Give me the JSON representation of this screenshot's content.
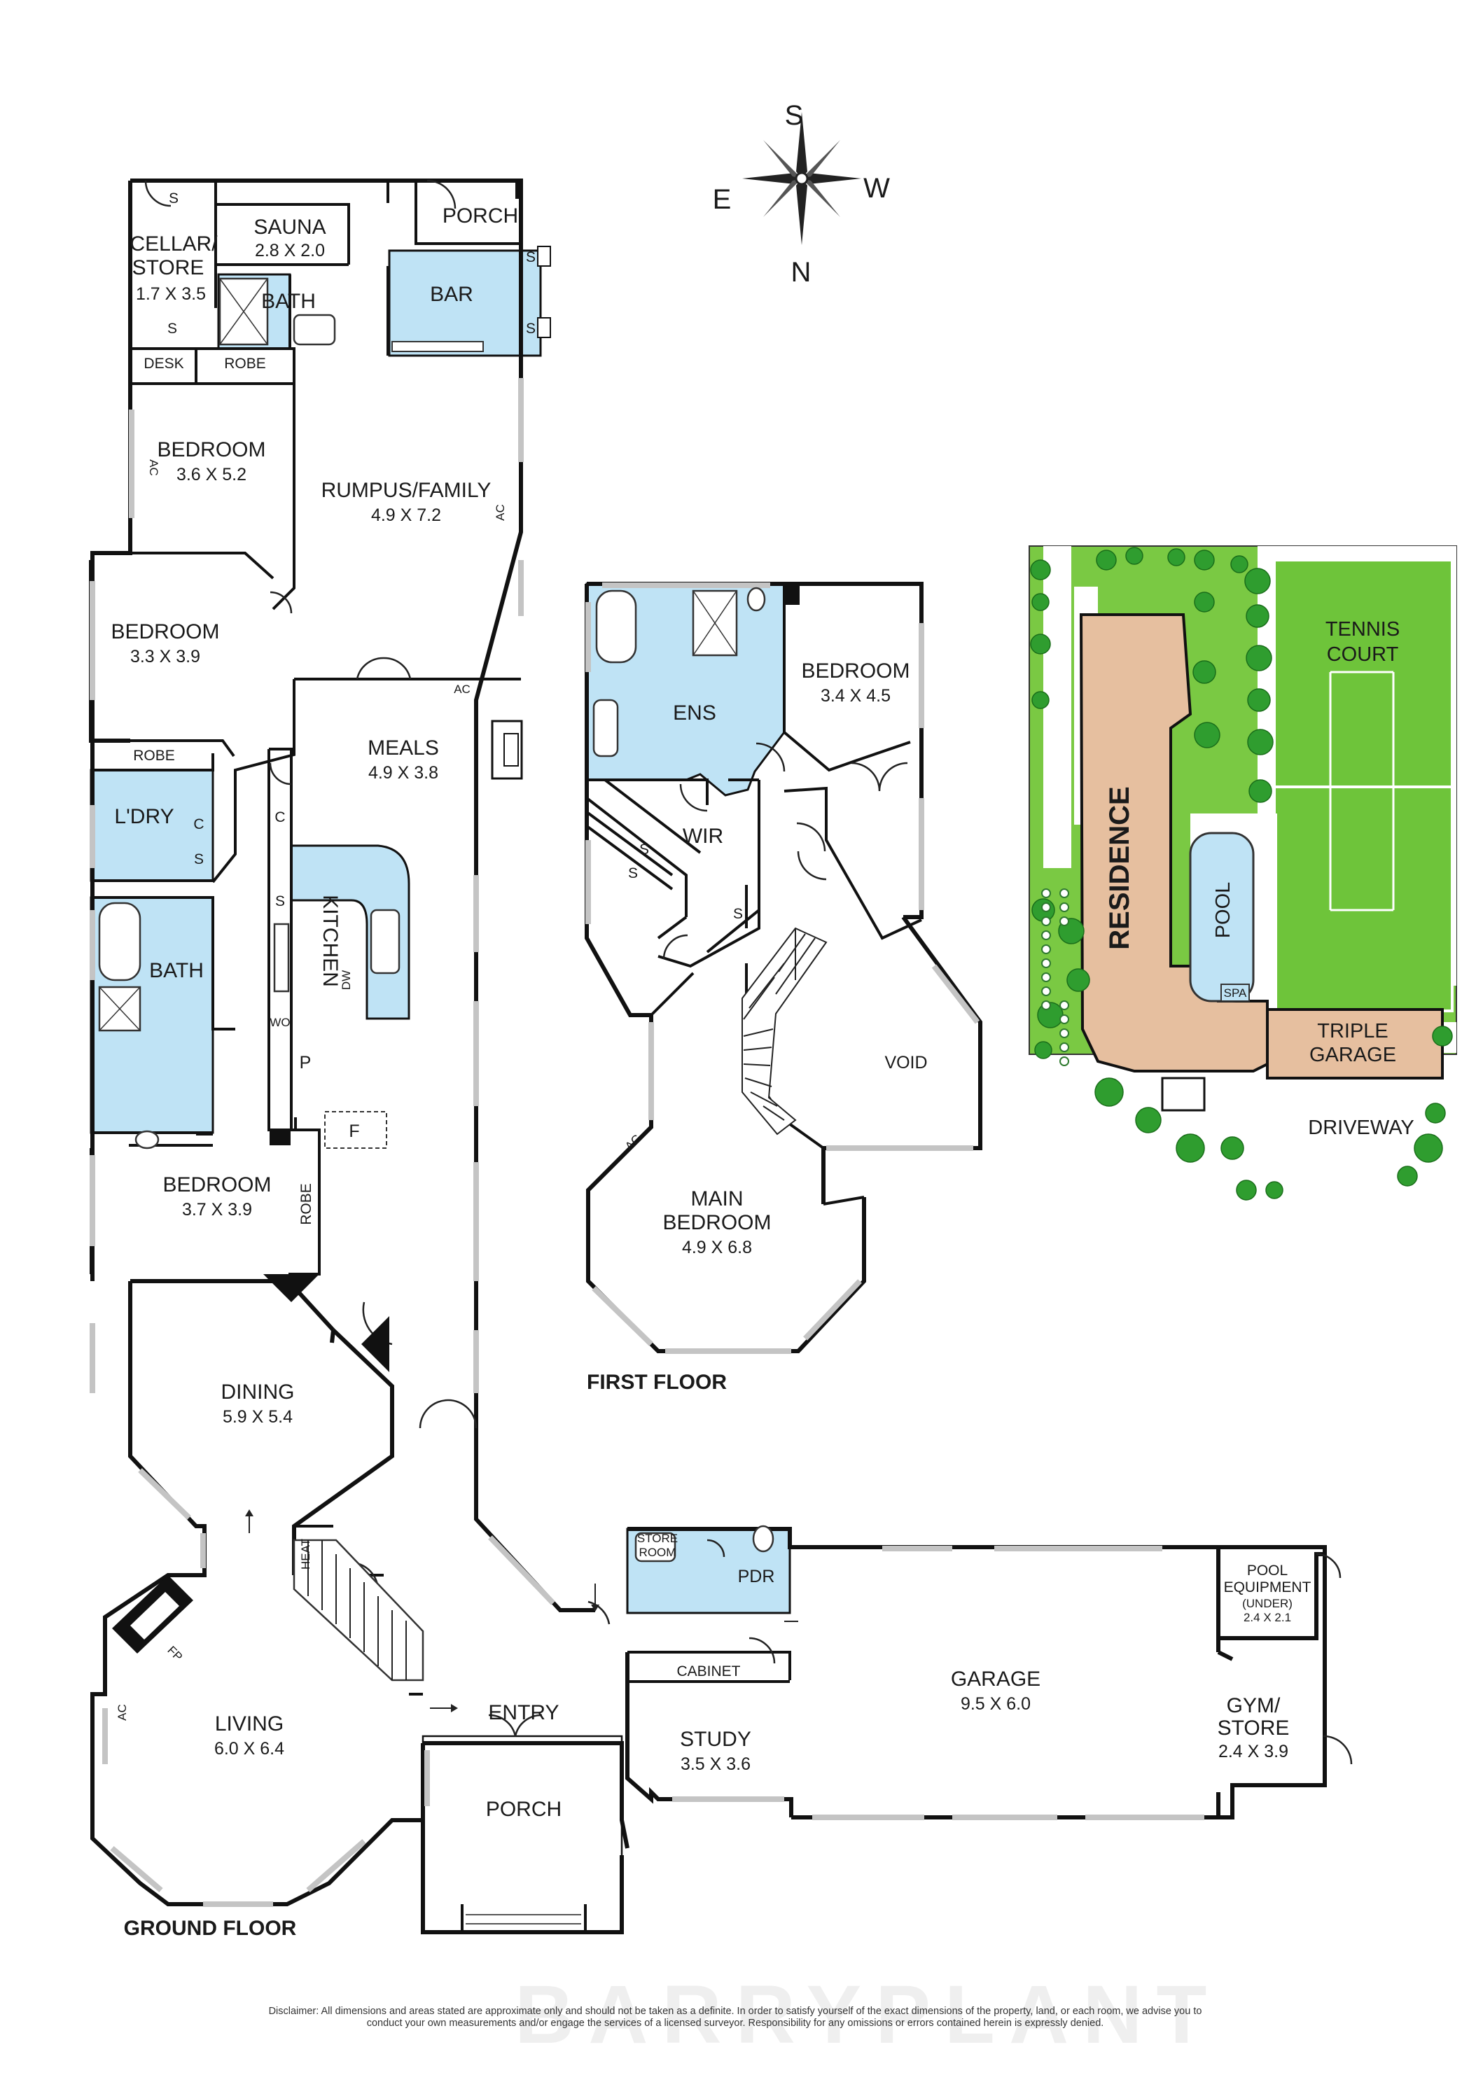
{
  "compass": {
    "north": "N",
    "south": "S",
    "east": "E",
    "west": "W"
  },
  "floors": {
    "ground": "GROUND FLOOR",
    "first": "FIRST FLOOR"
  },
  "rooms": {
    "cellar_store": {
      "name": "CELLAR/ STORE",
      "line1": "CELLAR/",
      "line2": "STORE",
      "dims": "1.7 X 3.5"
    },
    "sauna": {
      "name": "SAUNA",
      "dims": "2.8 X 2.0"
    },
    "porch_rear": {
      "name": "PORCH"
    },
    "bath_sauna": {
      "name": "BATH"
    },
    "bar": {
      "name": "BAR"
    },
    "desk": {
      "name": "DESK"
    },
    "robe_upper": {
      "name": "ROBE"
    },
    "bedroom_1": {
      "name": "BEDROOM",
      "dims": "3.6 X 5.2"
    },
    "rumpus": {
      "name": "RUMPUS/FAMILY",
      "dims": "4.9 X 7.2"
    },
    "bedroom_2": {
      "name": "BEDROOM",
      "dims": "3.3 X 3.9"
    },
    "robe_mid": {
      "name": "ROBE"
    },
    "meals": {
      "name": "MEALS",
      "dims": "4.9 X 3.8"
    },
    "laundry": {
      "name": "L'DRY"
    },
    "kitchen": {
      "name": "KITCHEN"
    },
    "bath_main": {
      "name": "BATH"
    },
    "bedroom_3": {
      "name": "BEDROOM",
      "dims": "3.7 X 3.9"
    },
    "robe_lower": {
      "name": "ROBE"
    },
    "dining": {
      "name": "DINING",
      "dims": "5.9 X 5.4"
    },
    "living": {
      "name": "LIVING",
      "dims": "6.0 X 6.4"
    },
    "entry": {
      "name": "ENTRY"
    },
    "porch_front": {
      "name": "PORCH"
    },
    "store_room": {
      "name": "STORE ROOM",
      "line1": "STORE",
      "line2": "ROOM"
    },
    "pdr": {
      "name": "PDR"
    },
    "cabinet": {
      "name": "CABINET"
    },
    "study": {
      "name": "STUDY",
      "dims": "3.5 X 3.6"
    },
    "garage": {
      "name": "GARAGE",
      "dims": "9.5 X 6.0"
    },
    "pool_equipment": {
      "name": "POOL EQUIPMENT",
      "line1": "POOL",
      "line2": "EQUIPMENT",
      "note": "(UNDER)",
      "dims": "2.4 X 2.1"
    },
    "gym_store": {
      "name": "GYM/ STORE",
      "line1": "GYM/",
      "line2": "STORE",
      "dims": "2.4 X 3.9"
    },
    "ensuite": {
      "name": "ENS"
    },
    "wir": {
      "name": "WIR"
    },
    "bedroom_first": {
      "name": "BEDROOM",
      "dims": "3.4 X 4.5"
    },
    "void": {
      "name": "VOID"
    },
    "main_bedroom": {
      "name": "MAIN BEDROOM",
      "line1": "MAIN",
      "line2": "BEDROOM",
      "dims": "4.9 X 6.8"
    }
  },
  "fixture_labels": {
    "shelf": "S",
    "cupboard": "C",
    "ac": "AC",
    "dw": "DW",
    "wo": "WO",
    "pantry": "P",
    "fridge": "F",
    "heat": "HEAT",
    "fireplace": "FP"
  },
  "site": {
    "residence": "RESIDENCE",
    "tennis_line1": "TENNIS",
    "tennis_line2": "COURT",
    "pool": "POOL",
    "spa": "SPA",
    "garage_line1": "TRIPLE",
    "garage_line2": "GARAGE",
    "driveway": "DRIVEWAY"
  },
  "colors": {
    "wet_area": "#bfe3f5",
    "lawn": "#7ac943",
    "residence": "#e6bf9f",
    "court": "#6ec43a",
    "trees": "#2f9d2f"
  },
  "brand": "BARRYPLANT",
  "disclaimer": "Disclaimer: All dimensions and areas stated are approximate only and should not be taken as a definite. In order to satisfy yourself of the exact dimensions of the property, land, or each room, we advise you to conduct your own measurements and/or engage the services of a licensed surveyor. Responsibility for any omissions or errors contained herein is expressly denied."
}
